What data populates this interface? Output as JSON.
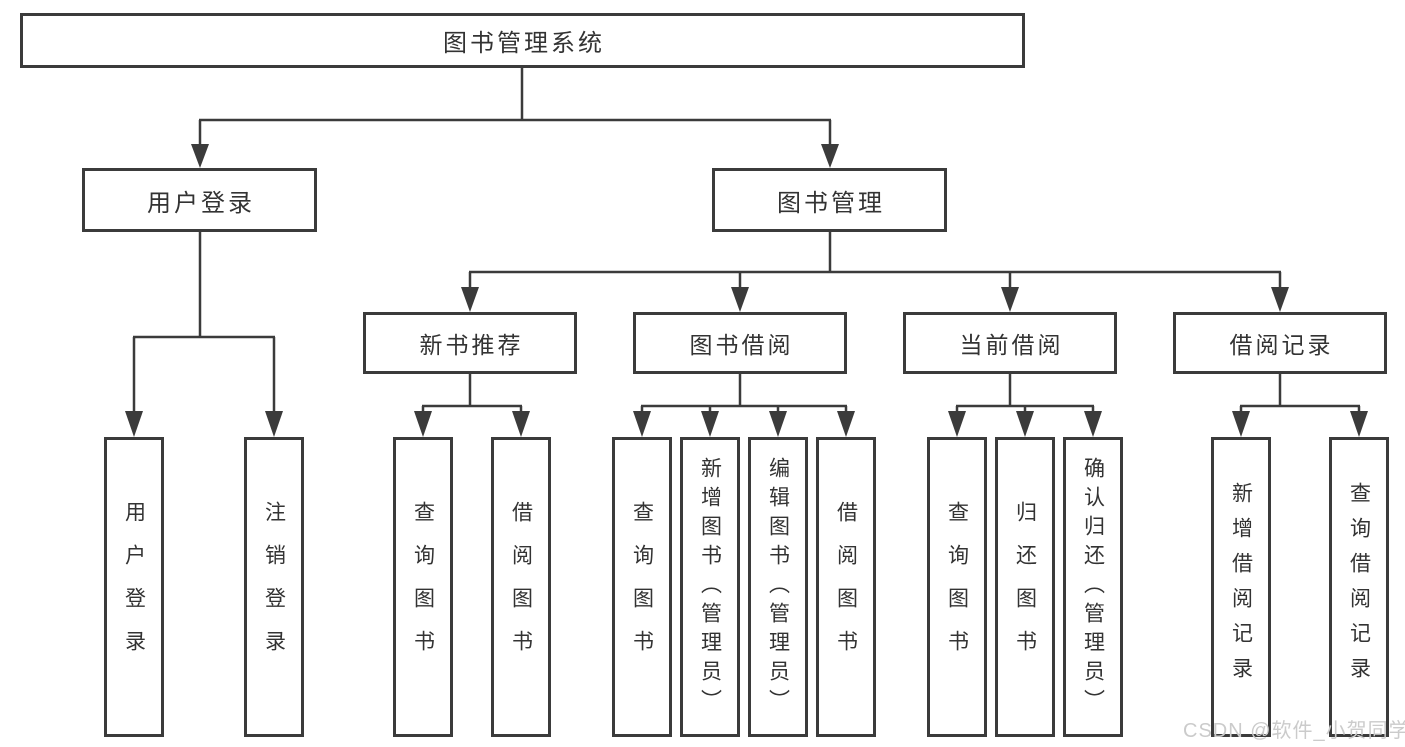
{
  "title": "图书管理系统",
  "level2": {
    "user_login": "用户登录",
    "book_management": "图书管理"
  },
  "level3": {
    "new_book_recommend": "新书推荐",
    "book_borrowing": "图书借阅",
    "current_borrowing": "当前借阅",
    "borrowing_records": "借阅记录"
  },
  "leaves": {
    "login": "用户登录",
    "logout": "注销登录",
    "nbr_query_books": "查询图书",
    "nbr_borrow_books": "借阅图书",
    "bb_query_books": "查询图书",
    "bb_add_books_admin": "新增图书（管理员）",
    "bb_edit_books_admin": "编辑图书（管理员）",
    "bb_borrow_books": "借阅图书",
    "cb_query_books": "查询图书",
    "cb_return_books": "归还图书",
    "cb_confirm_return_admin": "确认归还（管理员）",
    "br_add_record": "新增借阅记录",
    "br_query_record": "查询借阅记录"
  },
  "watermark": "CSDN @软件_小贺同学",
  "colors": {
    "line": "#3b3b3b",
    "box_border": "#3b3b3b",
    "text": "#333333",
    "watermark": "#cbcbcb",
    "background": "#ffffff"
  }
}
